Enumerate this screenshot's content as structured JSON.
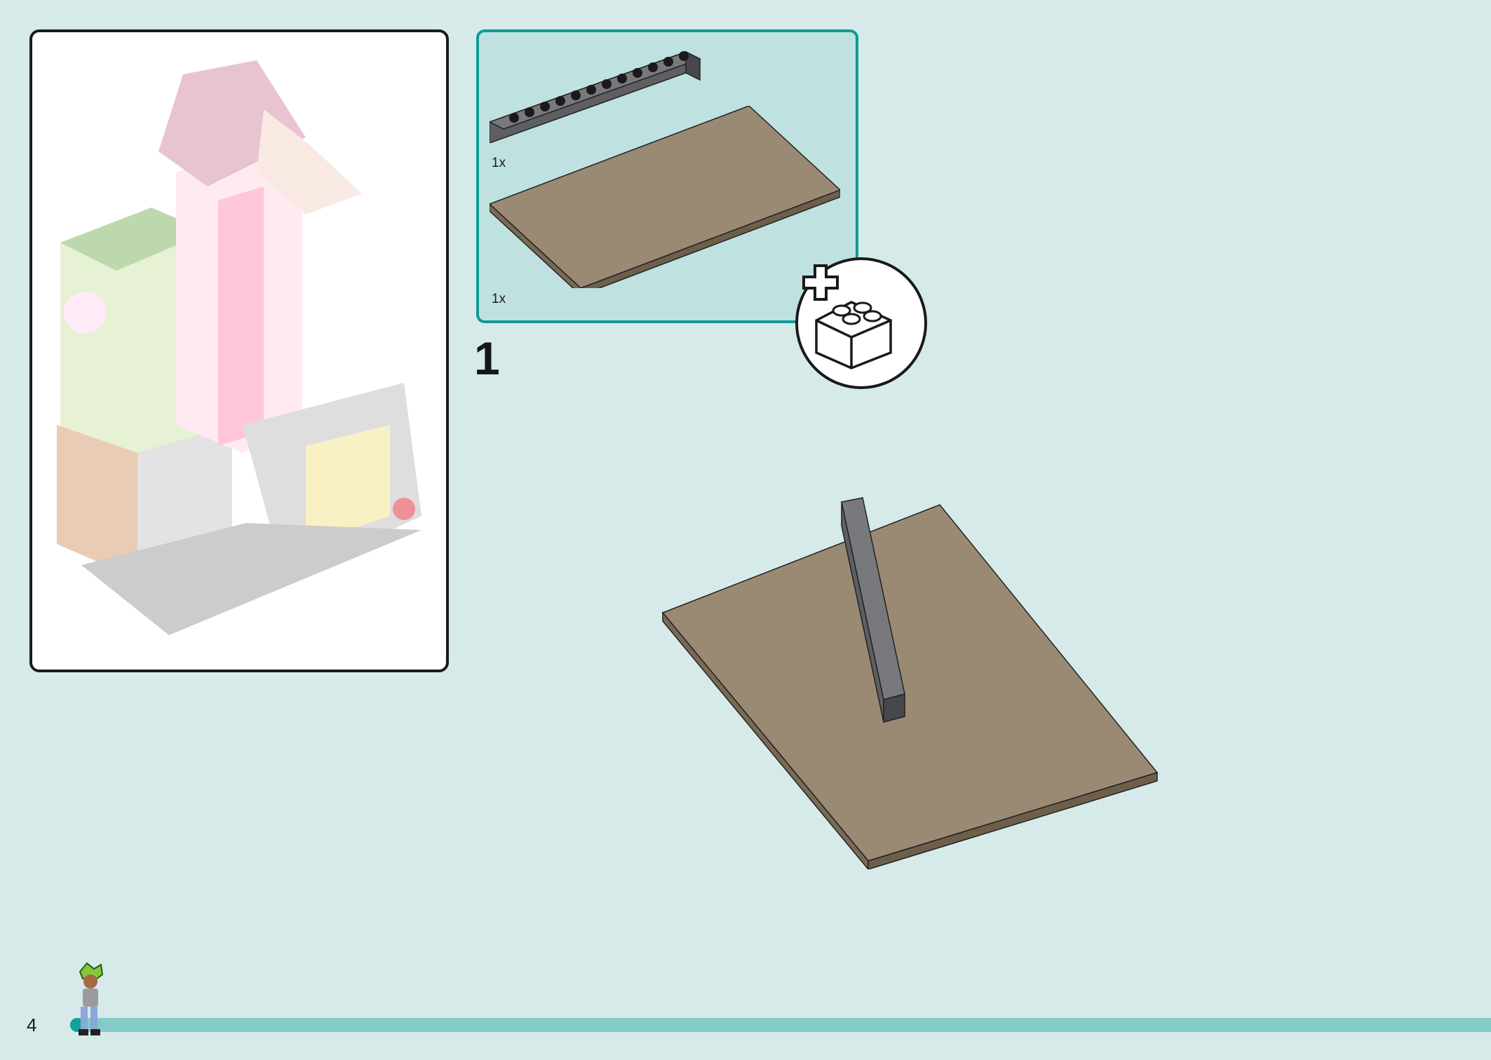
{
  "page": {
    "number": "4"
  },
  "step": {
    "number": "1"
  },
  "parts_list": {
    "items": [
      {
        "name": "dark-gray-technic-brick-1x12",
        "quantity": "1x"
      },
      {
        "name": "tan-plate-8x16",
        "quantity": "1x"
      }
    ],
    "badge_icon": "add-new-bricks-icon"
  },
  "preview": {
    "icon": "finished-house-model"
  },
  "progress": {
    "fraction": 0.01,
    "icon": "minifigure-walking"
  },
  "colors": {
    "background": "#d6ebe9",
    "parts_panel": "#bfe2e1",
    "parts_border": "#109a98",
    "tan_plate": "#9a8a74",
    "dark_gray_brick": "#5d5f63",
    "progress_track": "#84cbc8"
  }
}
